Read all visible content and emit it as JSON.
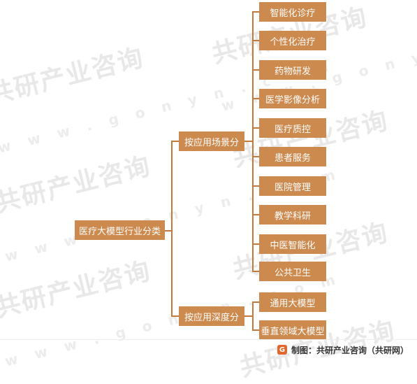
{
  "watermark": {
    "cn": "共研产业咨询",
    "en": "w w w . g o n y n . c o m"
  },
  "root": {
    "label": "医疗大模型行业分类"
  },
  "branches": [
    {
      "label": "按应用场景分",
      "children": [
        "智能化诊疗",
        "个性化治疗",
        "药物研发",
        "医学影像分析",
        "医疗质控",
        "患者服务",
        "医院管理",
        "教学科研",
        "中医智能化",
        "公共卫生"
      ]
    },
    {
      "label": "按应用深度分",
      "children": [
        "通用大模型",
        "垂直领域大模型"
      ]
    }
  ],
  "footer": {
    "logo_icon": "gonyn-logo-icon",
    "text": "制图：共研产业咨询（共研网）"
  },
  "colors": {
    "box": "#cd8a4e",
    "line": "#c07a3a"
  }
}
